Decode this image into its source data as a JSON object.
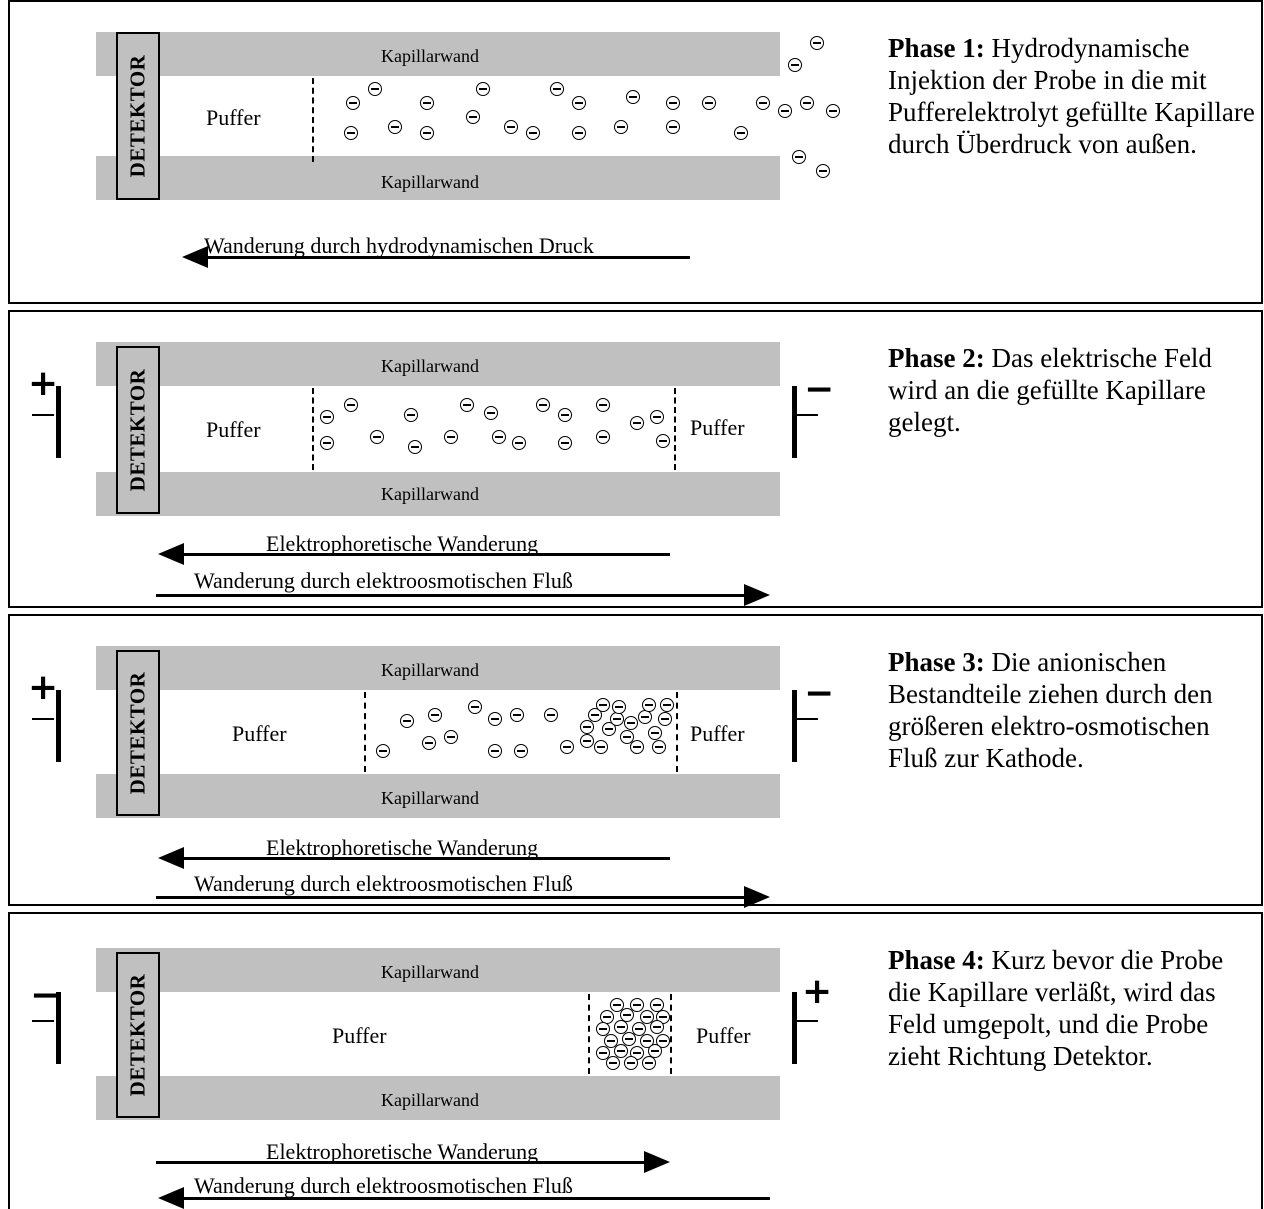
{
  "labels": {
    "detector": "DETEKTOR",
    "wall": "Kapillarwand",
    "buffer": "Puffer"
  },
  "phases": [
    {
      "title": "Phase 1:",
      "text": "Hydrodynamische Injektion der Probe in die mit Pufferelektrolyt gefüllte Kapillare durch Überdruck von außen.",
      "arrows": [
        "Wanderung durch hydrodynamischen Druck"
      ]
    },
    {
      "title": "Phase 2:",
      "text": "Das elektrische Feld wird an die gefüllte Kapillare gelegt.",
      "left_sign": "+",
      "right_sign": "−",
      "arrows": [
        "Elektrophoretische Wanderung",
        "Wanderung durch elektroosmotischen Fluß"
      ]
    },
    {
      "title": "Phase 3:",
      "text": "Die anionischen Bestandteile ziehen durch den größeren elektro-osmotischen Fluß zur Kathode.",
      "left_sign": "+",
      "right_sign": "−",
      "arrows": [
        "Elektrophoretische Wanderung",
        "Wanderung durch elektroosmotischen Fluß"
      ]
    },
    {
      "title": "Phase 4:",
      "text": "Kurz bevor die Probe die Kapillare verläßt, wird das Feld umgepolt, und die  Probe zieht Richtung Detektor.",
      "left_sign": "−",
      "right_sign": "+",
      "arrows": [
        "Elektrophoretische Wanderung",
        "Wanderung durch elektroosmotischen Fluß"
      ]
    }
  ]
}
